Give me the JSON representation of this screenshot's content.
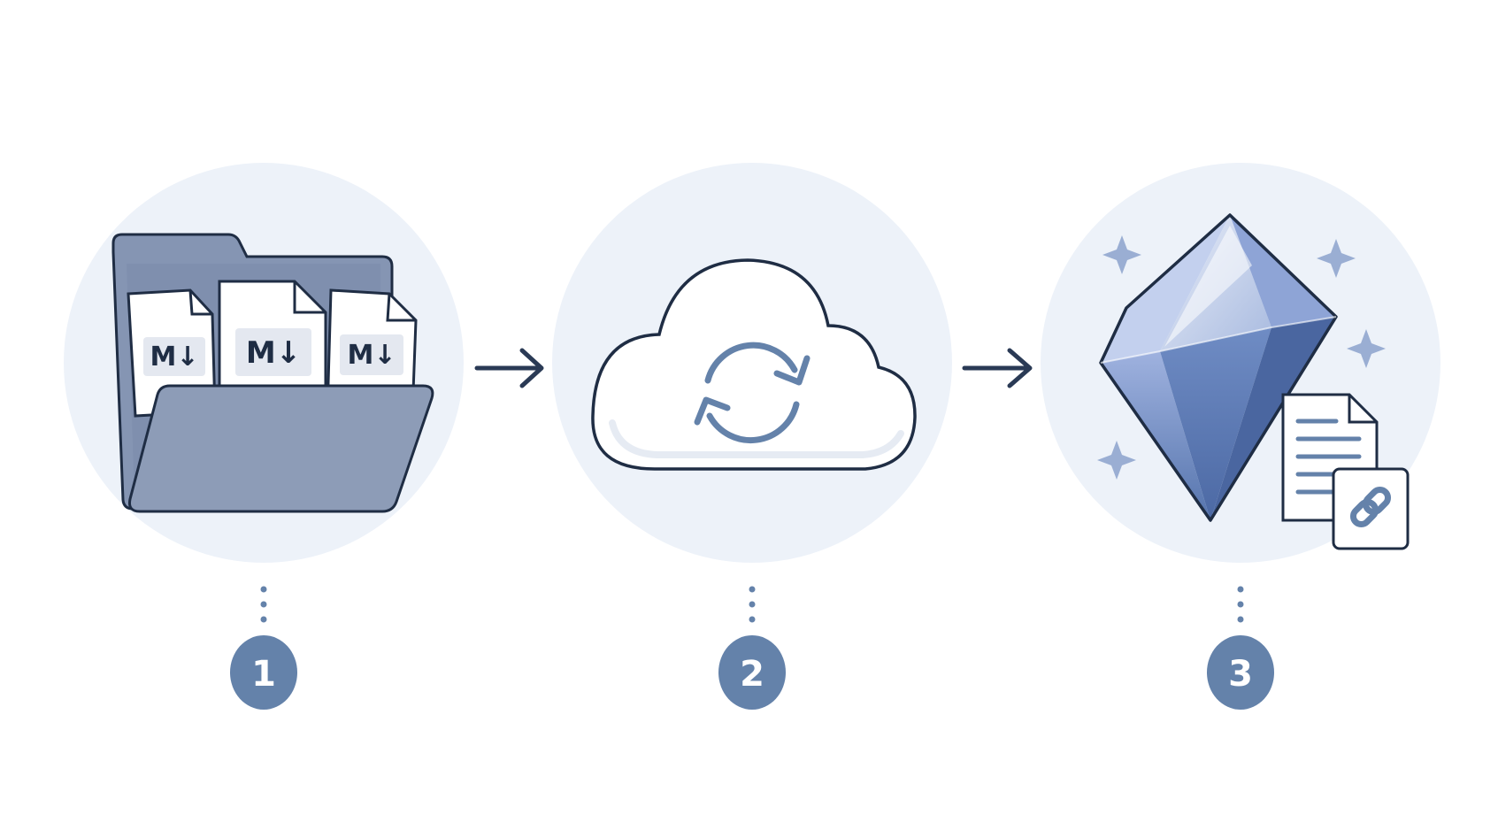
{
  "colors": {
    "halo": "#edf2f9",
    "outline": "#1f2d44",
    "accent": "#6482aa",
    "folder_back": "#8595b3",
    "folder_front": "#8d9cb7",
    "gem_light": "#b7c6e9",
    "gem_dark": "#5574ad",
    "sparkle": "#9aaed3"
  },
  "steps": [
    {
      "number": "1",
      "icon": "markdown-folder-icon",
      "file_label": "M↓"
    },
    {
      "number": "2",
      "icon": "cloud-sync-icon"
    },
    {
      "number": "3",
      "icon": "obsidian-gem-icon"
    }
  ]
}
